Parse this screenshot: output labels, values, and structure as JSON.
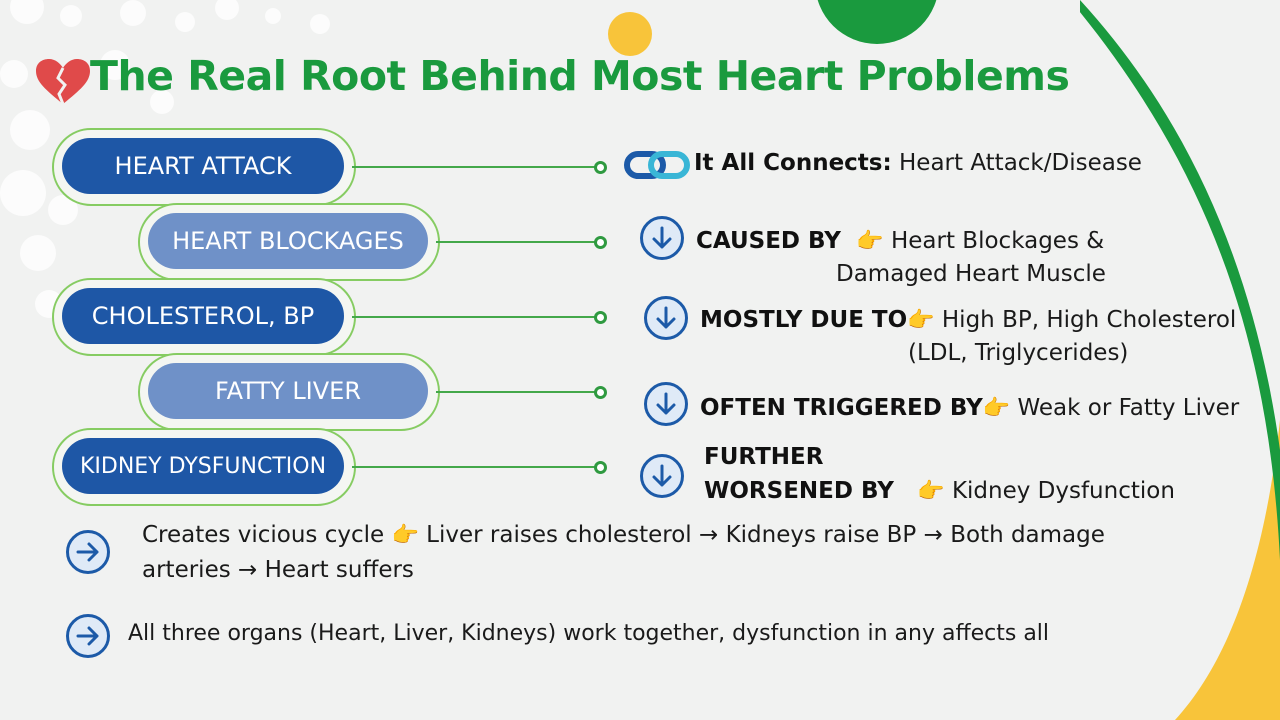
{
  "title": "The Real Root Behind Most Heart Problems",
  "icons": {
    "broken_heart": "broken-heart-icon",
    "link": "link-icon",
    "down_arrow": "arrow-down-circle-icon",
    "right_arrow": "arrow-right-circle-icon",
    "pointing_hand": "👉"
  },
  "pills": [
    {
      "label": "HEART ATTACK"
    },
    {
      "label": "HEART BLOCKAGES"
    },
    {
      "label": "CHOLESTEROL, BP"
    },
    {
      "label": "FATTY LIVER"
    },
    {
      "label": "KIDNEY DYSFUNCTION"
    }
  ],
  "rows": {
    "r0": {
      "bold": "It All Connects:",
      "text": "Heart Attack/Disease"
    },
    "r1": {
      "bold": "CAUSED BY",
      "text": "Heart Blockages &",
      "text2": "Damaged Heart Muscle"
    },
    "r2": {
      "bold": "MOSTLY DUE TO",
      "text": "High BP, High Cholesterol",
      "text2": "(LDL, Triglycerides)"
    },
    "r3": {
      "bold": "OFTEN TRIGGERED BY",
      "text": "Weak or Fatty Liver"
    },
    "r4": {
      "bold": "FURTHER",
      "bold2": "WORSENED BY",
      "text": "Kidney Dysfunction"
    }
  },
  "bullets": {
    "b1_line1_pre": "Creates vicious cycle",
    "b1_line1_post": "Liver raises cholesterol → Kidneys raise BP → Both damage",
    "b1_line2": "arteries → Heart suffers",
    "b2": "All three organs (Heart, Liver, Kidneys) work together, dysfunction in any affects all"
  },
  "colors": {
    "title": "#1a9a3e",
    "pill_dark": "#1e57a6",
    "pill_light": "#6f91c8",
    "connector": "#44a84a",
    "zigzag": "#4cbc1e",
    "accent_yellow": "#f8c43a",
    "accent_green": "#1a9a3e"
  }
}
